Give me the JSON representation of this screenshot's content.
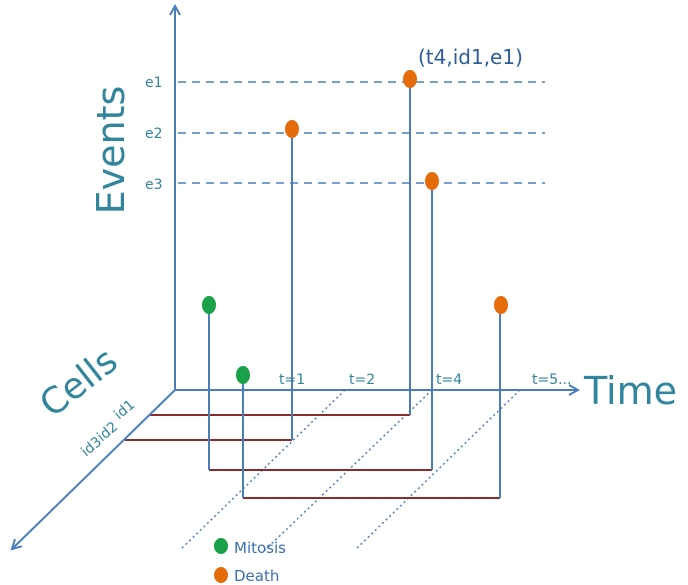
{
  "axes": {
    "events_title": "Events",
    "time_title": "Time",
    "cells_title": "Cells"
  },
  "event_labels": [
    "e1",
    "e2",
    "e3"
  ],
  "time_labels": [
    "t=1",
    "t=2",
    "t=4",
    "t=5..."
  ],
  "cell_labels": [
    "id1",
    "id2",
    "id3"
  ],
  "annotation": "(t4,id1,e1)",
  "legend": {
    "mitosis": "Mitosis",
    "death": "Death"
  },
  "colors": {
    "axis": "#4a7ebb",
    "title": "#31859c",
    "track": "#8b2c2c",
    "mitosis": "#1aa14a",
    "death": "#e46c0a"
  }
}
